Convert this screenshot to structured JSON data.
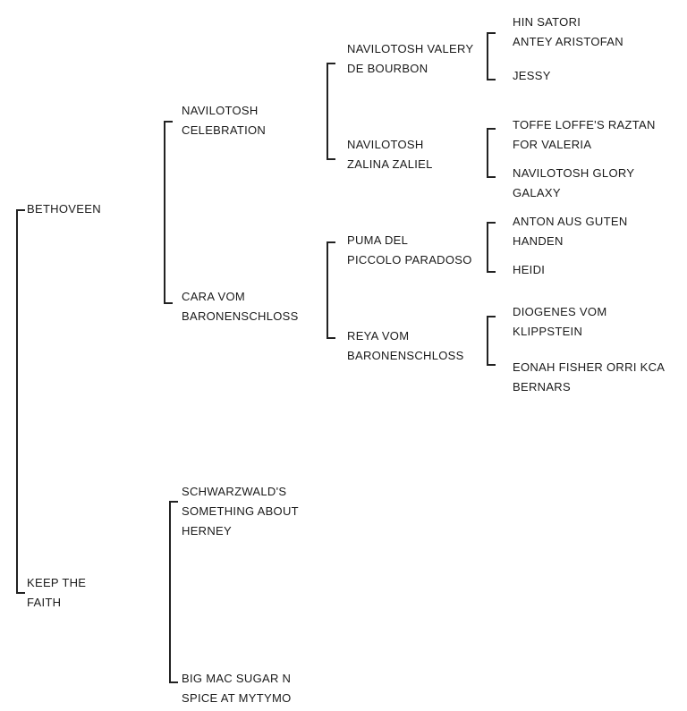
{
  "pedigree": {
    "sire": {
      "name": "BETHOVEEN",
      "sire": {
        "name": "NAVILOTOSH\nCELEBRATION",
        "sire": {
          "name": "NAVILOTOSH VALERY\nDE BOURBON",
          "sire": "HIN SATORI\nANTEY ARISTOFAN",
          "dam": "JESSY"
        },
        "dam": {
          "name": "NAVILOTOSH\nZALINA ZALIEL",
          "sire": "TOFFE LOFFE'S RAZTAN\nFOR VALERIA",
          "dam": "NAVILOTOSH GLORY\nGALAXY"
        }
      },
      "dam": {
        "name": "CARA VOM\nBARONENSCHLOSS",
        "sire": {
          "name": "PUMA DEL\nPICCOLO PARADOSO",
          "sire": "ANTON AUS GUTEN\nHANDEN",
          "dam": "HEIDI"
        },
        "dam": {
          "name": "REYA VOM\nBARONENSCHLOSS",
          "sire": "DIOGENES VOM\nKLIPPSTEIN",
          "dam": "EONAH FISHER ORRI KCA\nBERNARS"
        }
      }
    },
    "dam": {
      "name": "KEEP THE\nFAITH",
      "sire": {
        "name": "SCHWARZWALD'S\nSOMETHING ABOUT\nHERNEY"
      },
      "dam": {
        "name": "BIG MAC SUGAR N\nSPICE AT MYTYMO"
      }
    }
  }
}
